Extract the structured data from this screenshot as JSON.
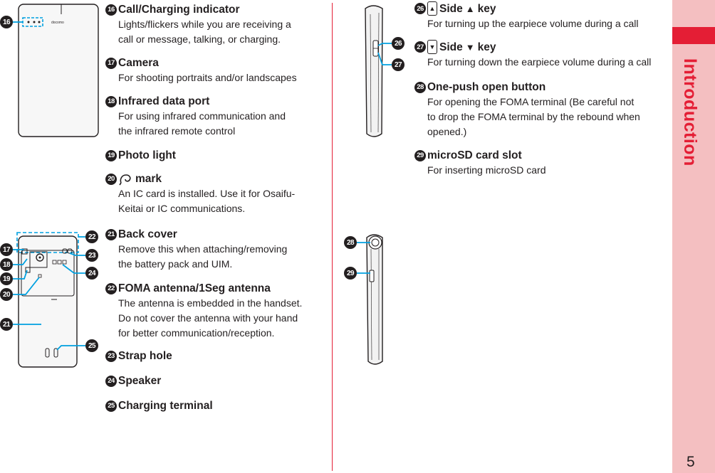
{
  "sidebar": {
    "label": "Introduction",
    "page_number": "5"
  },
  "entries": [
    {
      "num": "16",
      "title": "Call/Charging indicator",
      "desc": [
        "Lights/flickers while you are receiving a",
        "call or message, talking, or charging."
      ]
    },
    {
      "num": "17",
      "title": "Camera",
      "desc": [
        "For shooting portraits and/or landscapes"
      ]
    },
    {
      "num": "18",
      "title": "Infrared data port",
      "desc": [
        "For using infrared communication and",
        "the infrared remote control"
      ]
    },
    {
      "num": "19",
      "title": "Photo light",
      "desc": []
    },
    {
      "num": "20",
      "title": " mark",
      "desc": [
        "An IC card is installed. Use it for Osaifu-",
        "Keitai or IC communications."
      ]
    },
    {
      "num": "21",
      "title": "Back cover",
      "desc": [
        "Remove this when attaching/removing",
        "the battery pack and UIM."
      ]
    },
    {
      "num": "22",
      "title": "FOMA antenna/1Seg antenna",
      "desc": [
        "The antenna is embedded in the handset.",
        "Do not cover the antenna with your hand",
        "for better communication/reception."
      ]
    },
    {
      "num": "23",
      "title": "Strap hole",
      "desc": []
    },
    {
      "num": "24",
      "title": "Speaker",
      "desc": []
    },
    {
      "num": "25",
      "title": "Charging terminal",
      "desc": []
    },
    {
      "num": "26",
      "key_glyph": "▲",
      "title": "Side",
      "title_symbol": "▲",
      "title_suffix": "key",
      "desc": [
        "For turning up the earpiece volume during a call"
      ]
    },
    {
      "num": "27",
      "key_glyph": "▼",
      "title": "Side",
      "title_symbol": "▼",
      "title_suffix": "key",
      "desc": [
        "For turning down the earpiece volume during a call"
      ]
    },
    {
      "num": "28",
      "title": "One-push open button",
      "desc": [
        "For opening the FOMA terminal (Be careful not",
        "to drop the FOMA terminal by the rebound when",
        "opened.)"
      ]
    },
    {
      "num": "29",
      "title": "microSD card slot",
      "desc": [
        "For inserting microSD card"
      ]
    }
  ],
  "callouts": [
    "16",
    "17",
    "18",
    "19",
    "20",
    "21",
    "22",
    "23",
    "24",
    "25",
    "26",
    "27",
    "28",
    "29"
  ],
  "phone_logo_text": "docomo",
  "colors": {
    "accent": "#e41e35",
    "sidebar": "#f4bfc1",
    "leader": "#00a0e0",
    "ink": "#231f20"
  }
}
